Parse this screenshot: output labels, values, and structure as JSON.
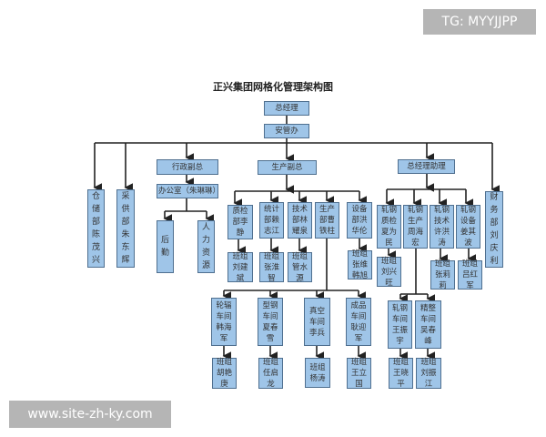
{
  "watermarks": {
    "top": "TG: MYYJJPP",
    "bottom": "www.site-zh-ky.com"
  },
  "title": "正兴集团网格化管理架构图",
  "nodes": {
    "ceo": "总经理",
    "safety": "安管办",
    "admin_vp": "行政副总",
    "office": "办公室（朱琳琳）",
    "logistics": "后 勤",
    "hr": "人力资源",
    "warehouse": "仓储部 陈茂兴",
    "purchasing": "采供部 朱东辉",
    "prod_vp": "生产副总",
    "qc": "质检部李静",
    "stats": "统计部赖志江",
    "tech": "技术部林耀泉",
    "prod": "生产部曹铁柱",
    "equip": "设备部洪华伦",
    "qc_team": "班组刘建斌",
    "stats_team": "班组张淮智",
    "tech_team": "班组管水源",
    "equip_team": "班组张维韩旭",
    "wheel": "轮辐车间韩海军",
    "wheel_team": "班组胡艳庚",
    "steel": "型钢车间夏春雪",
    "steel_team": "班组任启龙",
    "vacuum": "真空车间李兵",
    "vacuum_team": "班组杨涛",
    "finished": "成品车间耿迎军",
    "finished_team": "班组王立国",
    "gm_asst": "总经理助理",
    "r_qc": "轧钢质检夏为民",
    "r_prod": "轧钢生产周海宏",
    "r_tech": "轧钢技术许洪涛",
    "r_equip": "轧钢设备姜其波",
    "r_qc_team": "班组刘兴旺",
    "r_tech_team": "班组张莉莉",
    "r_equip_team": "班组吕红军",
    "r_shop": "轧钢车间王振宇",
    "r_shop_team": "班组王晓平",
    "finish_shop": "精整车间吴春峰",
    "finish_shop_team": "班组刘振江",
    "finance": "财务部 刘庆利"
  },
  "colors": {
    "box_fill": "#9fc5e8",
    "box_border": "#4f6f8f",
    "line": "#222222"
  }
}
